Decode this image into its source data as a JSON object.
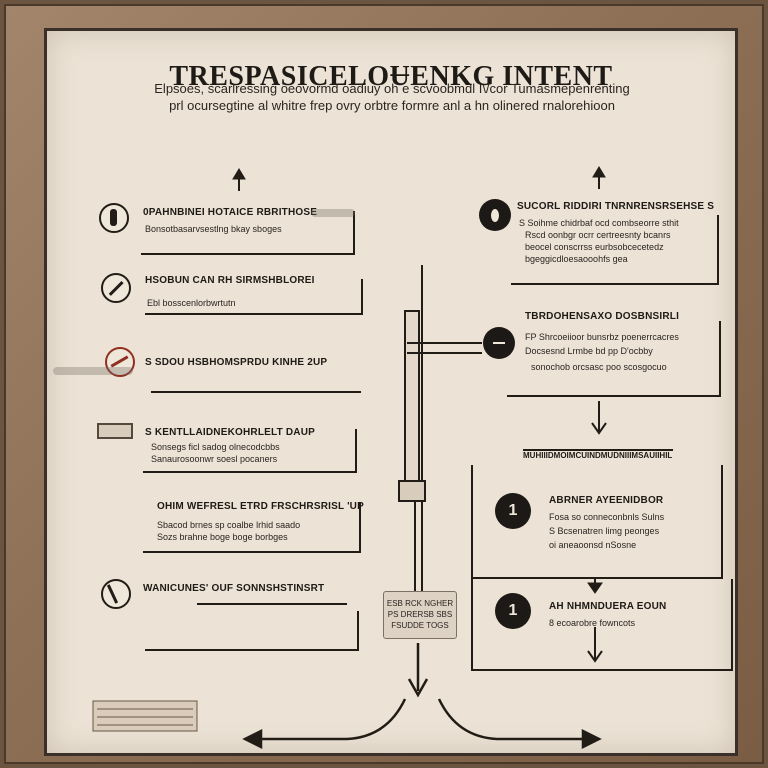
{
  "title": "TRESPASICELOɄENKG INTENT",
  "subtitle_lines": [
    "Elpsoes, scarlressing oeovormd oadiuy oh e scvoobmdl I\\/cor Tumasmepenrenting",
    "prl ocursegtine al whitre frep ovry orbtre formre anl a hn olinered rnalorehioon"
  ],
  "left_items": [
    {
      "heading": "0PAHNBINEI HOTAICE RBRITHOSE",
      "body": [
        "Bonsotbasarvsestlng bkay sboges"
      ]
    },
    {
      "heading": "HSOBUN CAN RH SIRMSHBLOREI",
      "body": [
        "Ebl bosscenlorbwrtutn"
      ]
    },
    {
      "heading": "S SDOU HSBHOMSPRDU KINHE 2UP",
      "body": []
    },
    {
      "heading": "S KENTLLAIDNEKOHRLELT DAUP",
      "body": [
        "Sonsegs ficl sadog olnecodcbbs",
        "Sanaurosoonwr soesl pocaners"
      ]
    },
    {
      "heading": "OHIM WEFRESL ETRD FRSCHRSRISL 'UP",
      "body": [
        "Sbacod brnes sp coalbe lrhid saado",
        "Sozs brahne boge boge borbges"
      ]
    },
    {
      "heading": "WANICUNES' OUF SONNSHSTINSRT",
      "body": []
    }
  ],
  "right_items": [
    {
      "heading": "SUCORL RIDDIRI TNRNRENSRSEHSE S",
      "body": [
        "S Soihme chidrbaf ocd combseorre sthit",
        "Rscd oonbgr ocrr certreesnty bcanrs",
        "beocel conscrrss eurbsobcecetedz",
        "bgeggicdloesaooohfs gea"
      ]
    },
    {
      "heading": "TBRDOHENSAXO DOSBNSIRLI",
      "body": [
        "FP Shrcoeiioor bunsrbz poenerrcacres",
        "Docsesnd Lrmbe bd pp D'ocbby",
        "sonochob orcsasc poo scosgocuo"
      ]
    },
    {
      "heading": "MUHIIIDMOIMCUINDMUDNIIIMSAUIIHIL",
      "body": []
    },
    {
      "heading": "ABRNER AYEENIDBOR",
      "body": [
        "Fosa so conneconbnls Sulns",
        "S Bcsenatren limg peonges",
        "oi aneaoonsd nSosne"
      ]
    },
    {
      "heading": "AH NHMNDUERA EOUN",
      "body": [
        "8 ecoarobre fowncots"
      ]
    }
  ],
  "number_badges": [
    "1",
    "1"
  ],
  "center_box": {
    "lines": [
      "ESB RCK NGHER",
      "PS DRERSB SBS",
      "FSUDDE TOGS"
    ]
  },
  "icons": [
    "bomb-icon",
    "no-entry-icon",
    "prohibited-icon",
    "tool-icon",
    "blocked-icon",
    "footprint-icon",
    "arrow-icon"
  ],
  "colors": {
    "paper": "#ece3d6",
    "ink": "#221c17",
    "frame": "#8d6f55"
  }
}
